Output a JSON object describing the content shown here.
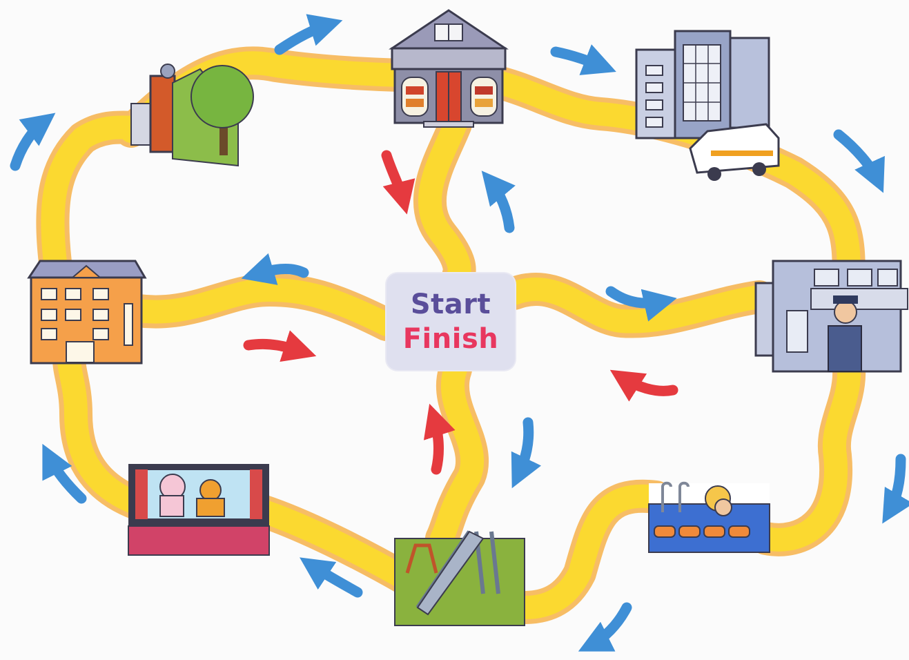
{
  "center": {
    "start_label": "Start",
    "finish_label": "Finish"
  },
  "colors": {
    "road": "#f7d21c",
    "road_edge": "#f6a531",
    "arrow_blue": "#3f8fd6",
    "arrow_red": "#e53a3f",
    "start_text": "#5a4e9a",
    "finish_text": "#e8375f",
    "label_bg": "#dfe0ef"
  },
  "places": [
    "library",
    "hospital",
    "police-station",
    "swimming-pool",
    "playground",
    "cinema",
    "school",
    "park"
  ]
}
